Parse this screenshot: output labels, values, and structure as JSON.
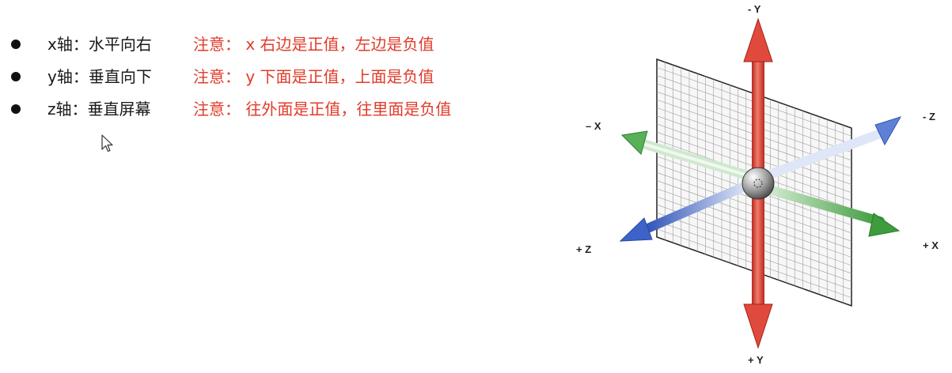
{
  "notes": [
    {
      "axis": "x轴：水平向右",
      "note": "注意： x 右边是正值，左边是负值"
    },
    {
      "axis": "y轴：垂直向下",
      "note": "注意： y 下面是正值，上面是负值"
    },
    {
      "axis": "z轴：垂直屏幕",
      "note": "注意： 往外面是正值，往里面是负值"
    }
  ],
  "diagram": {
    "labels": {
      "neg_y": "- Y",
      "pos_y": "+ Y",
      "neg_x": "– X",
      "pos_x": "+ X",
      "neg_z": "- Z",
      "pos_z": "+ Z"
    },
    "colors": {
      "y_axis": "#e04a3c",
      "x_axis": "#4aa84a",
      "z_axis": "#3d63c9",
      "note_text": "#e23b2a"
    }
  }
}
